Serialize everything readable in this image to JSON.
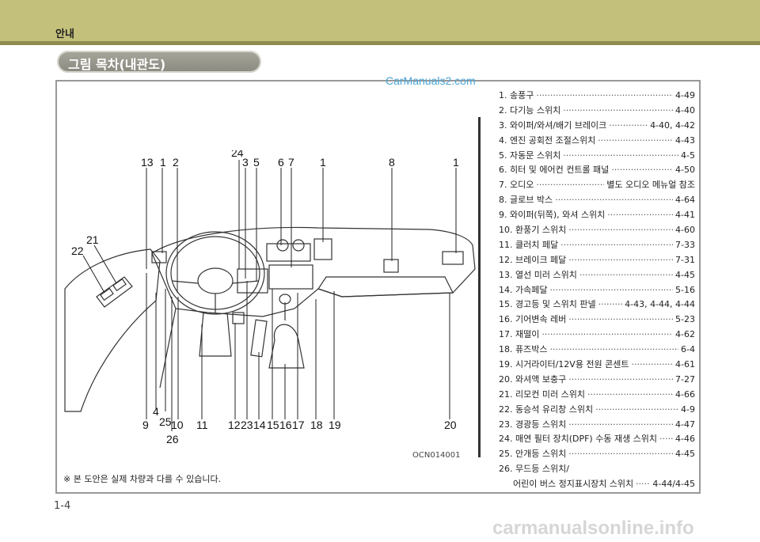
{
  "header": {
    "section": "안내"
  },
  "title": "그림 목차(내관도)",
  "watermark": "CarManuals2.com",
  "list": [
    {
      "label": "1. 송풍구",
      "page": "4-49"
    },
    {
      "label": "2. 다기능 스위치",
      "page": "4-40"
    },
    {
      "label": "3. 와이퍼/와셔/배기 브레이크",
      "page": "4-40, 4-42"
    },
    {
      "label": "4. 엔진 공회전 조절스위치",
      "page": "4-43"
    },
    {
      "label": "5. 자동문 스위치",
      "page": "4-5"
    },
    {
      "label": "6. 히터 및 에어컨 컨트롤 패널",
      "page": "4-50"
    },
    {
      "label": "7. 오디오",
      "page": "별도 오디오 메뉴얼 참조"
    },
    {
      "label": "8. 글로브 박스",
      "page": "4-64"
    },
    {
      "label": "9. 와이퍼(뒤쪽), 와셔 스위치",
      "page": "4-41"
    },
    {
      "label": "10. 환풍기 스위치",
      "page": "4-60"
    },
    {
      "label": "11. 클러치 페달",
      "page": "7-33"
    },
    {
      "label": "12. 브레이크 페달",
      "page": "7-31"
    },
    {
      "label": "13. 열선 미러 스위치",
      "page": "4-45"
    },
    {
      "label": "14. 가속페달",
      "page": "5-16"
    },
    {
      "label": "15. 경고등 및 스위치 판넬",
      "page": "4-43, 4-44, 4-44"
    },
    {
      "label": "16. 기어변속 레버",
      "page": "5-23"
    },
    {
      "label": "17. 재떨이",
      "page": "4-62"
    },
    {
      "label": "18. 퓨즈박스",
      "page": "6-4"
    },
    {
      "label": "19. 시거라이터/12V용 전원 콘센트",
      "page": "4-61"
    },
    {
      "label": "20. 와셔액 보충구",
      "page": "7-27"
    },
    {
      "label": "21. 리모컨 미러 스위치",
      "page": "4-66"
    },
    {
      "label": "22. 동승석 유리창 스위치",
      "page": "4-9"
    },
    {
      "label": "23. 경광등 스위치",
      "page": "4-47"
    },
    {
      "label": "24. 매연 필터 장치(DPF) 수동 재생 스위치",
      "page": "4-46"
    },
    {
      "label": "25. 안개등 스위치",
      "page": "4-45"
    },
    {
      "label": "26. 무드등 스위치/",
      "page": ""
    },
    {
      "label": "어린이 버스 정지표시장치 스위치",
      "page": "4-44/4-45"
    }
  ],
  "callouts": {
    "top": [
      "13",
      "1",
      "2",
      "24",
      "3",
      "5",
      "6",
      "7",
      "1",
      "8",
      "1"
    ],
    "left": [
      "21",
      "22"
    ],
    "bottom": [
      "4",
      "9",
      "25",
      "10",
      "26",
      "11",
      "12",
      "23",
      "14",
      "15",
      "16",
      "17",
      "18",
      "19",
      "20"
    ]
  },
  "figure_code": "OCN014001",
  "note": "※ 본 도안은 실제 차량과 다를 수 있습니다.",
  "page_number": "1-4",
  "footer_site": "carmanualsonline.info"
}
